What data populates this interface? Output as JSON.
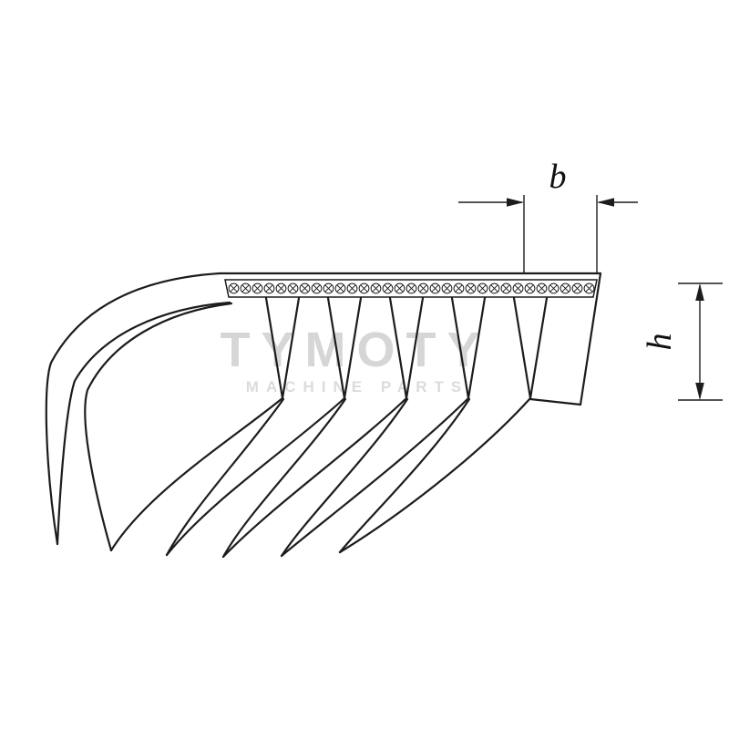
{
  "diagram": {
    "type": "poly-v-ribbed-belt-cross-section",
    "labels": {
      "rib_pitch": "b",
      "belt_height": "h"
    },
    "watermark": {
      "line1": "TYMOTY",
      "line2": "MACHINE PARTS"
    },
    "colors": {
      "line": "#1c1c1c",
      "watermark": "#d2d2d2",
      "background": "#ffffff"
    },
    "ribs_count": 6,
    "grooves_count": 5
  }
}
